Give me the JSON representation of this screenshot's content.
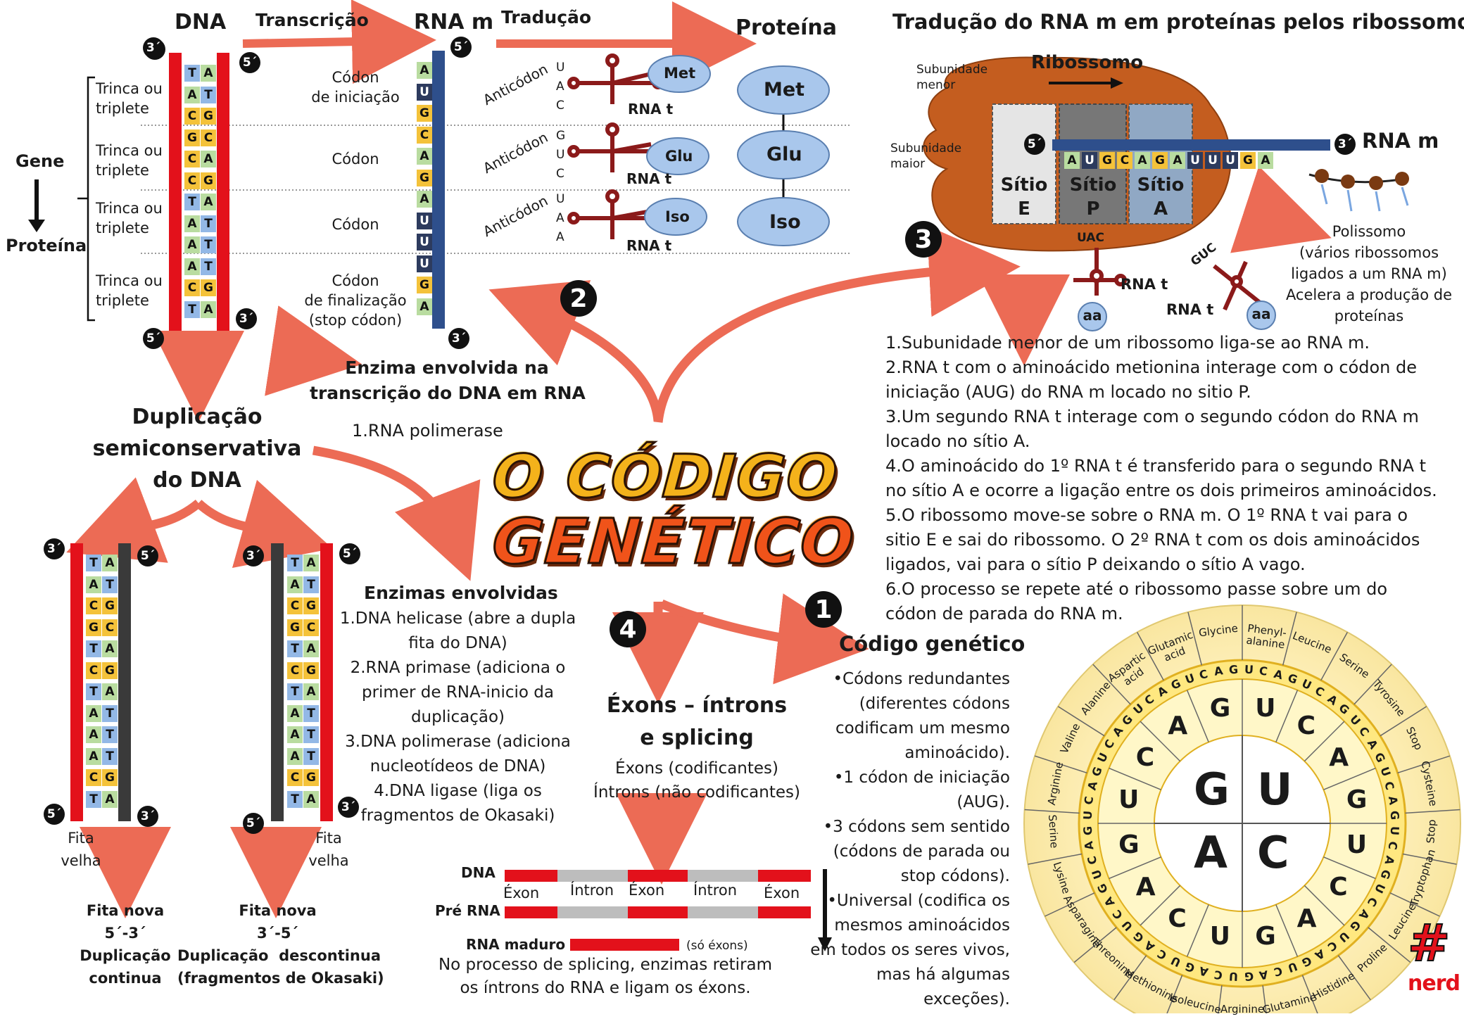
{
  "top": {
    "dna_label": "DNA",
    "transcription": "Transcrição",
    "rnam_label": "RNA m",
    "translation": "Tradução",
    "protein": "Proteína",
    "gene": "Gene",
    "protein_left": "Proteína",
    "triplets": [
      "Trinca ou\ntriplete",
      "Trinca ou\ntriplete",
      "Trinca ou\ntriplete",
      "Trinca ou\ntriplete"
    ],
    "codons": [
      "Códon\nde iniciação",
      "Códon",
      "Códon",
      "Códon\nde finalização\n(stop códon)"
    ],
    "anticodon": "Anticódon",
    "anticodon_letters": [
      [
        "U",
        "A",
        "C"
      ],
      [
        "G",
        "U",
        "C"
      ],
      [
        "U",
        "A",
        "A"
      ]
    ],
    "amino": [
      "Met",
      "Glu",
      "Iso"
    ],
    "rna_t": "RNA t",
    "five": "5´",
    "three": "3´",
    "dna_pairs": [
      [
        "T",
        "A"
      ],
      [
        "A",
        "T"
      ],
      [
        "C",
        "G"
      ],
      [
        "G",
        "C"
      ],
      [
        "C",
        "A"
      ],
      [
        "C",
        "G"
      ],
      [
        "T",
        "A"
      ],
      [
        "A",
        "T"
      ],
      [
        "A",
        "T"
      ],
      [
        "A",
        "T"
      ],
      [
        "C",
        "G"
      ],
      [
        "T",
        "A"
      ]
    ],
    "mrna_bases": [
      "A",
      "U",
      "G",
      "C",
      "A",
      "G",
      "A",
      "U",
      "U",
      "U",
      "G",
      "A"
    ]
  },
  "ribosome": {
    "title": "Tradução do RNA m em proteínas pelos ribossomos",
    "subunit_small": "Subunidade\nmenor",
    "subunit_large": "Subunidade\nmaior",
    "ribosome": "Ribossomo",
    "site_e": "Sítio\nE",
    "site_p": "Sítio\nP",
    "site_a": "Sítio\nA",
    "rna_m": "RNA m",
    "uac": "UAC",
    "guc": "GUC",
    "aa": "aa",
    "rna_t": "RNA t",
    "mrna_bases": [
      "A",
      "U",
      "G",
      "C",
      "A",
      "G",
      "A",
      "U",
      "U",
      "U",
      "G",
      "A"
    ],
    "polysome": "Polissomo\n(vários ribossomos\nligados a um RNA m)\nAcelera a produção de\nproteínas",
    "steps": [
      "1.Subunidade menor de um ribossomo liga-se ao RNA m.",
      "2.RNA t com o aminoácido metionina interage com o códon de",
      "iniciação (AUG) do RNA m locado no sitio P.",
      "3.Um segundo RNA t interage com o segundo códon do RNA m",
      "locado no sítio A.",
      "4.O aminoácido do 1º RNA t é transferido para o segundo RNA t",
      "no sítio A e ocorre a ligação entre os dois primeiros aminoácidos.",
      "5.O ribossomo move-se sobre o RNA m. O 1º RNA t vai para o",
      "sitio E e sai do ribossomo. O 2º RNA t com os dois aminoácidos",
      "ligados, vai para o sítio P deixando o sítio A vago.",
      "6.O processo se repete até o ribossomo passe sobre um do",
      "códon de parada do RNA m."
    ]
  },
  "center": {
    "title_line1": "O CÓDIGO",
    "title_line2": "GENÉTICO",
    "numbers": [
      "1",
      "2",
      "3",
      "4"
    ],
    "enzyme_transcription_title": "Enzima envolvida na\ntranscrição do DNA em RNA",
    "enzyme_transcription_item": "1.RNA polimerase"
  },
  "duplication": {
    "title": "Duplicação\nsemiconservativa\ndo DNA",
    "left_old": "Fita\nvelha",
    "right_old": "Fita\nvelha",
    "left_new": "Fita nova\n5´-3´\nDuplicação\ncontinua",
    "right_new": "Fita nova\n3´-5´\nDuplicação  descontinua\n(fragmentos de Okasaki)",
    "pairs": [
      [
        "T",
        "A"
      ],
      [
        "A",
        "T"
      ],
      [
        "C",
        "G"
      ],
      [
        "G",
        "C"
      ],
      [
        "T",
        "A"
      ],
      [
        "C",
        "G"
      ],
      [
        "T",
        "A"
      ],
      [
        "A",
        "T"
      ],
      [
        "A",
        "T"
      ],
      [
        "A",
        "T"
      ],
      [
        "C",
        "G"
      ],
      [
        "T",
        "A"
      ]
    ],
    "enzymes_title": "Enzimas envolvidas",
    "enzymes_text": "1.DNA helicase (abre a dupla\nfita do DNA)\n2.RNA primase (adiciona o\nprimer de RNA-inicio da\nduplicação)\n3.DNA polimerase (adiciona\nnucleotídeos de DNA)\n4.DNA ligase (liga os\nfragmentos de Okasaki)"
  },
  "splicing": {
    "title": "Éxons – íntrons\ne splicing",
    "sub": "Éxons (codificantes)\nÍntrons (não codificantes)",
    "dna": "DNA",
    "pre_rna": "Pré RNA",
    "rna_mature": "RNA maduro",
    "only_exons": "(só éxons)",
    "labels": [
      "Éxon",
      "Íntron",
      "Éxon",
      "Íntron",
      "Éxon"
    ],
    "note": "No processo de splicing, enzimas retiram\nos íntrons do RNA e ligam os éxons."
  },
  "genetic_code": {
    "title": "Código genético",
    "text": "•Códons redundantes\n(diferentes códons\ncodificam um mesmo\naminoácido).\n•1 códon de iniciação\n(AUG).\n•3 códons sem sentido\n(códons de parada ou\nstop códons).\n•Universal (codifica os\nmesmos aminoácidos\nem todos os seres vivos,\nmas há algumas\nexceções).",
    "center_letters": [
      "G",
      "U",
      "A",
      "C"
    ],
    "ring2": [
      "U",
      "C",
      "A",
      "G",
      "U",
      "C",
      "A",
      "G",
      "U",
      "C",
      "A",
      "G",
      "U",
      "C",
      "A",
      "G"
    ],
    "amino_acids": [
      "Phenyl-\nalanine",
      "Leucine",
      "Serine",
      "Tyrosine",
      "Stop",
      "Cysteine",
      "Stop",
      "Tryptophan",
      "Leucine",
      "Proline",
      "Histidine",
      "Glutamine",
      "Arginine",
      "Isoleucine",
      "Methionine",
      "Threonine",
      "Asparagine",
      "Lysine",
      "Serine",
      "Arginine",
      "Valine",
      "Alanine",
      "Aspartic\nacid",
      "Glutamic\nacid",
      "Glycine"
    ]
  },
  "logo": {
    "text": "nerd",
    "hash": "#"
  }
}
